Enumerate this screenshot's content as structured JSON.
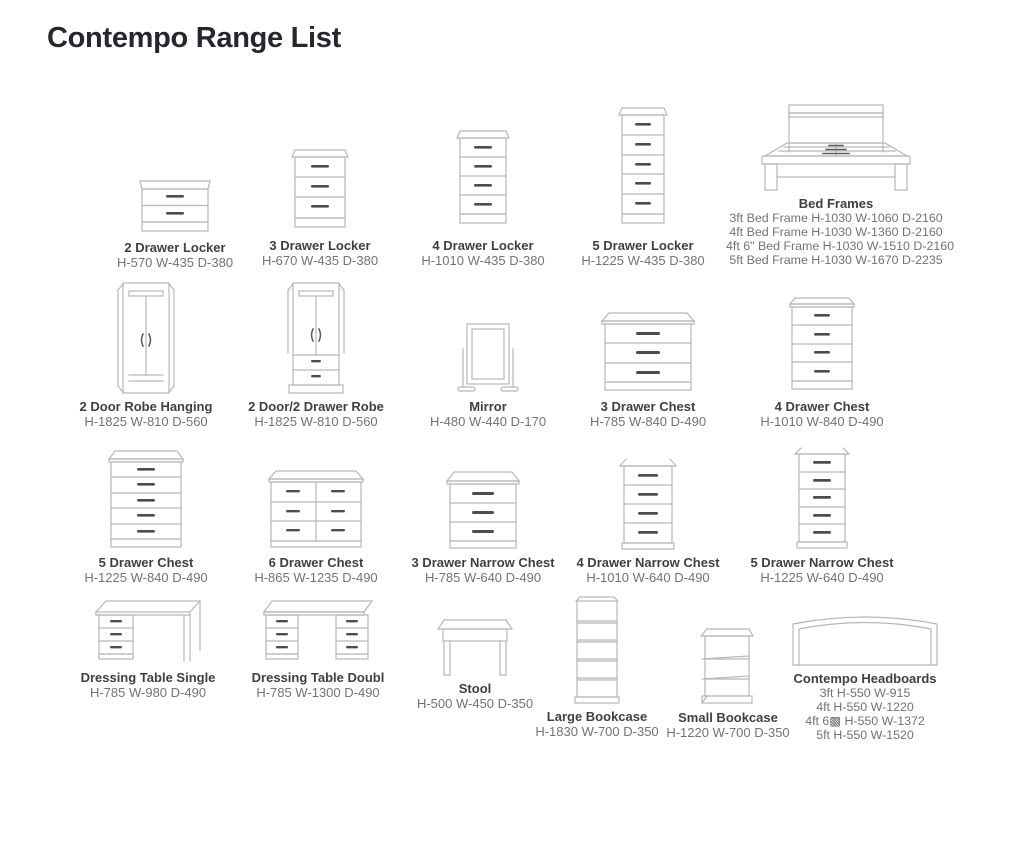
{
  "page": {
    "title": "Contempo Range List"
  },
  "colors": {
    "title_text": "#26272e",
    "product_name_text": "#3e4042",
    "dimension_text": "#6f7478",
    "line_art_stroke": "#b3b7ba",
    "handle_fill": "#4b4e50",
    "background": "#ffffff"
  },
  "products": [
    {
      "name": "2 Drawer Locker",
      "dims": "H-570 W-435 D-380"
    },
    {
      "name": "3 Drawer Locker",
      "dims": "H-670 W-435 D-380"
    },
    {
      "name": "4 Drawer Locker",
      "dims": "H-1010 W-435 D-380"
    },
    {
      "name": "5 Drawer Locker",
      "dims": "H-1225 W-435 D-380"
    },
    {
      "name": "Bed Frames",
      "dims": "3ft Bed Frame H-1030 W-1060 D-2160\n4ft Bed Frame H-1030 W-1360 D-2160\n4ft 6\" Bed Frame H-1030 W-1510 D-2160\n5ft Bed Frame H-1030 W-1670 D-2235"
    },
    {
      "name": "2 Door Robe Hanging",
      "dims": "H-1825 W-810 D-560"
    },
    {
      "name": "2 Door/2 Drawer Robe",
      "dims": "H-1825 W-810 D-560"
    },
    {
      "name": "Mirror",
      "dims": "H-480 W-440 D-170"
    },
    {
      "name": "3 Drawer Chest",
      "dims": "H-785 W-840 D-490"
    },
    {
      "name": "4 Drawer Chest",
      "dims": "H-1010 W-840 D-490"
    },
    {
      "name": "5 Drawer Chest",
      "dims": "H-1225 W-840 D-490"
    },
    {
      "name": "6 Drawer Chest",
      "dims": "H-865 W-1235 D-490"
    },
    {
      "name": "3 Drawer Narrow Chest",
      "dims": "H-785 W-640 D-490"
    },
    {
      "name": "4 Drawer Narrow Chest",
      "dims": "H-1010 W-640 D-490"
    },
    {
      "name": "5 Drawer Narrow Chest",
      "dims": "H-1225 W-640 D-490"
    },
    {
      "name": "Dressing Table Single",
      "dims": "H-785 W-980 D-490"
    },
    {
      "name": "Dressing Table Doubl",
      "dims": "H-785 W-1300 D-490"
    },
    {
      "name": "Stool",
      "dims": "H-500 W-450 D-350"
    },
    {
      "name": "Large Bookcase",
      "dims": "H-1830 W-700 D-350"
    },
    {
      "name": "Small Bookcase",
      "dims": "H-1220 W-700 D-350"
    },
    {
      "name": "Contempo Headboards",
      "dims": "3ft H-550 W-915\n4ft H-550 W-1220\n4ft 6▩ H-550 W-1372\n5ft H-550 W-1520"
    }
  ]
}
